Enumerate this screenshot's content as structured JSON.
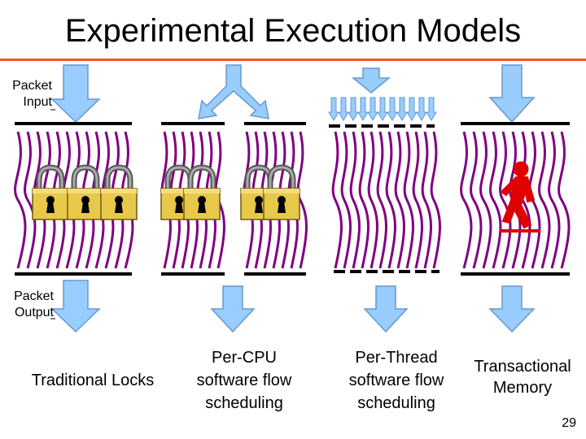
{
  "slide": {
    "title": "Experimental Execution Models",
    "page_number": "29",
    "accent_color": "#f05a28",
    "arrow_color": "#99ccff",
    "thread_color": "#800080",
    "lock_color": "#e8c84a",
    "figure_color": "#e00000"
  },
  "side_labels": {
    "packet_input": "Packet\nInput",
    "packet_output": "Packet\nOutput"
  },
  "models": [
    {
      "label": "Traditional Locks",
      "icon": "padlock-icon"
    },
    {
      "label": "Per-CPU\nsoftware flow\nscheduling",
      "icon": "padlock-icon"
    },
    {
      "label": "Per-Thread\nsoftware flow\nscheduling",
      "icon": "none"
    },
    {
      "label": "Transactional\nMemory",
      "icon": "running-figure-icon"
    }
  ]
}
